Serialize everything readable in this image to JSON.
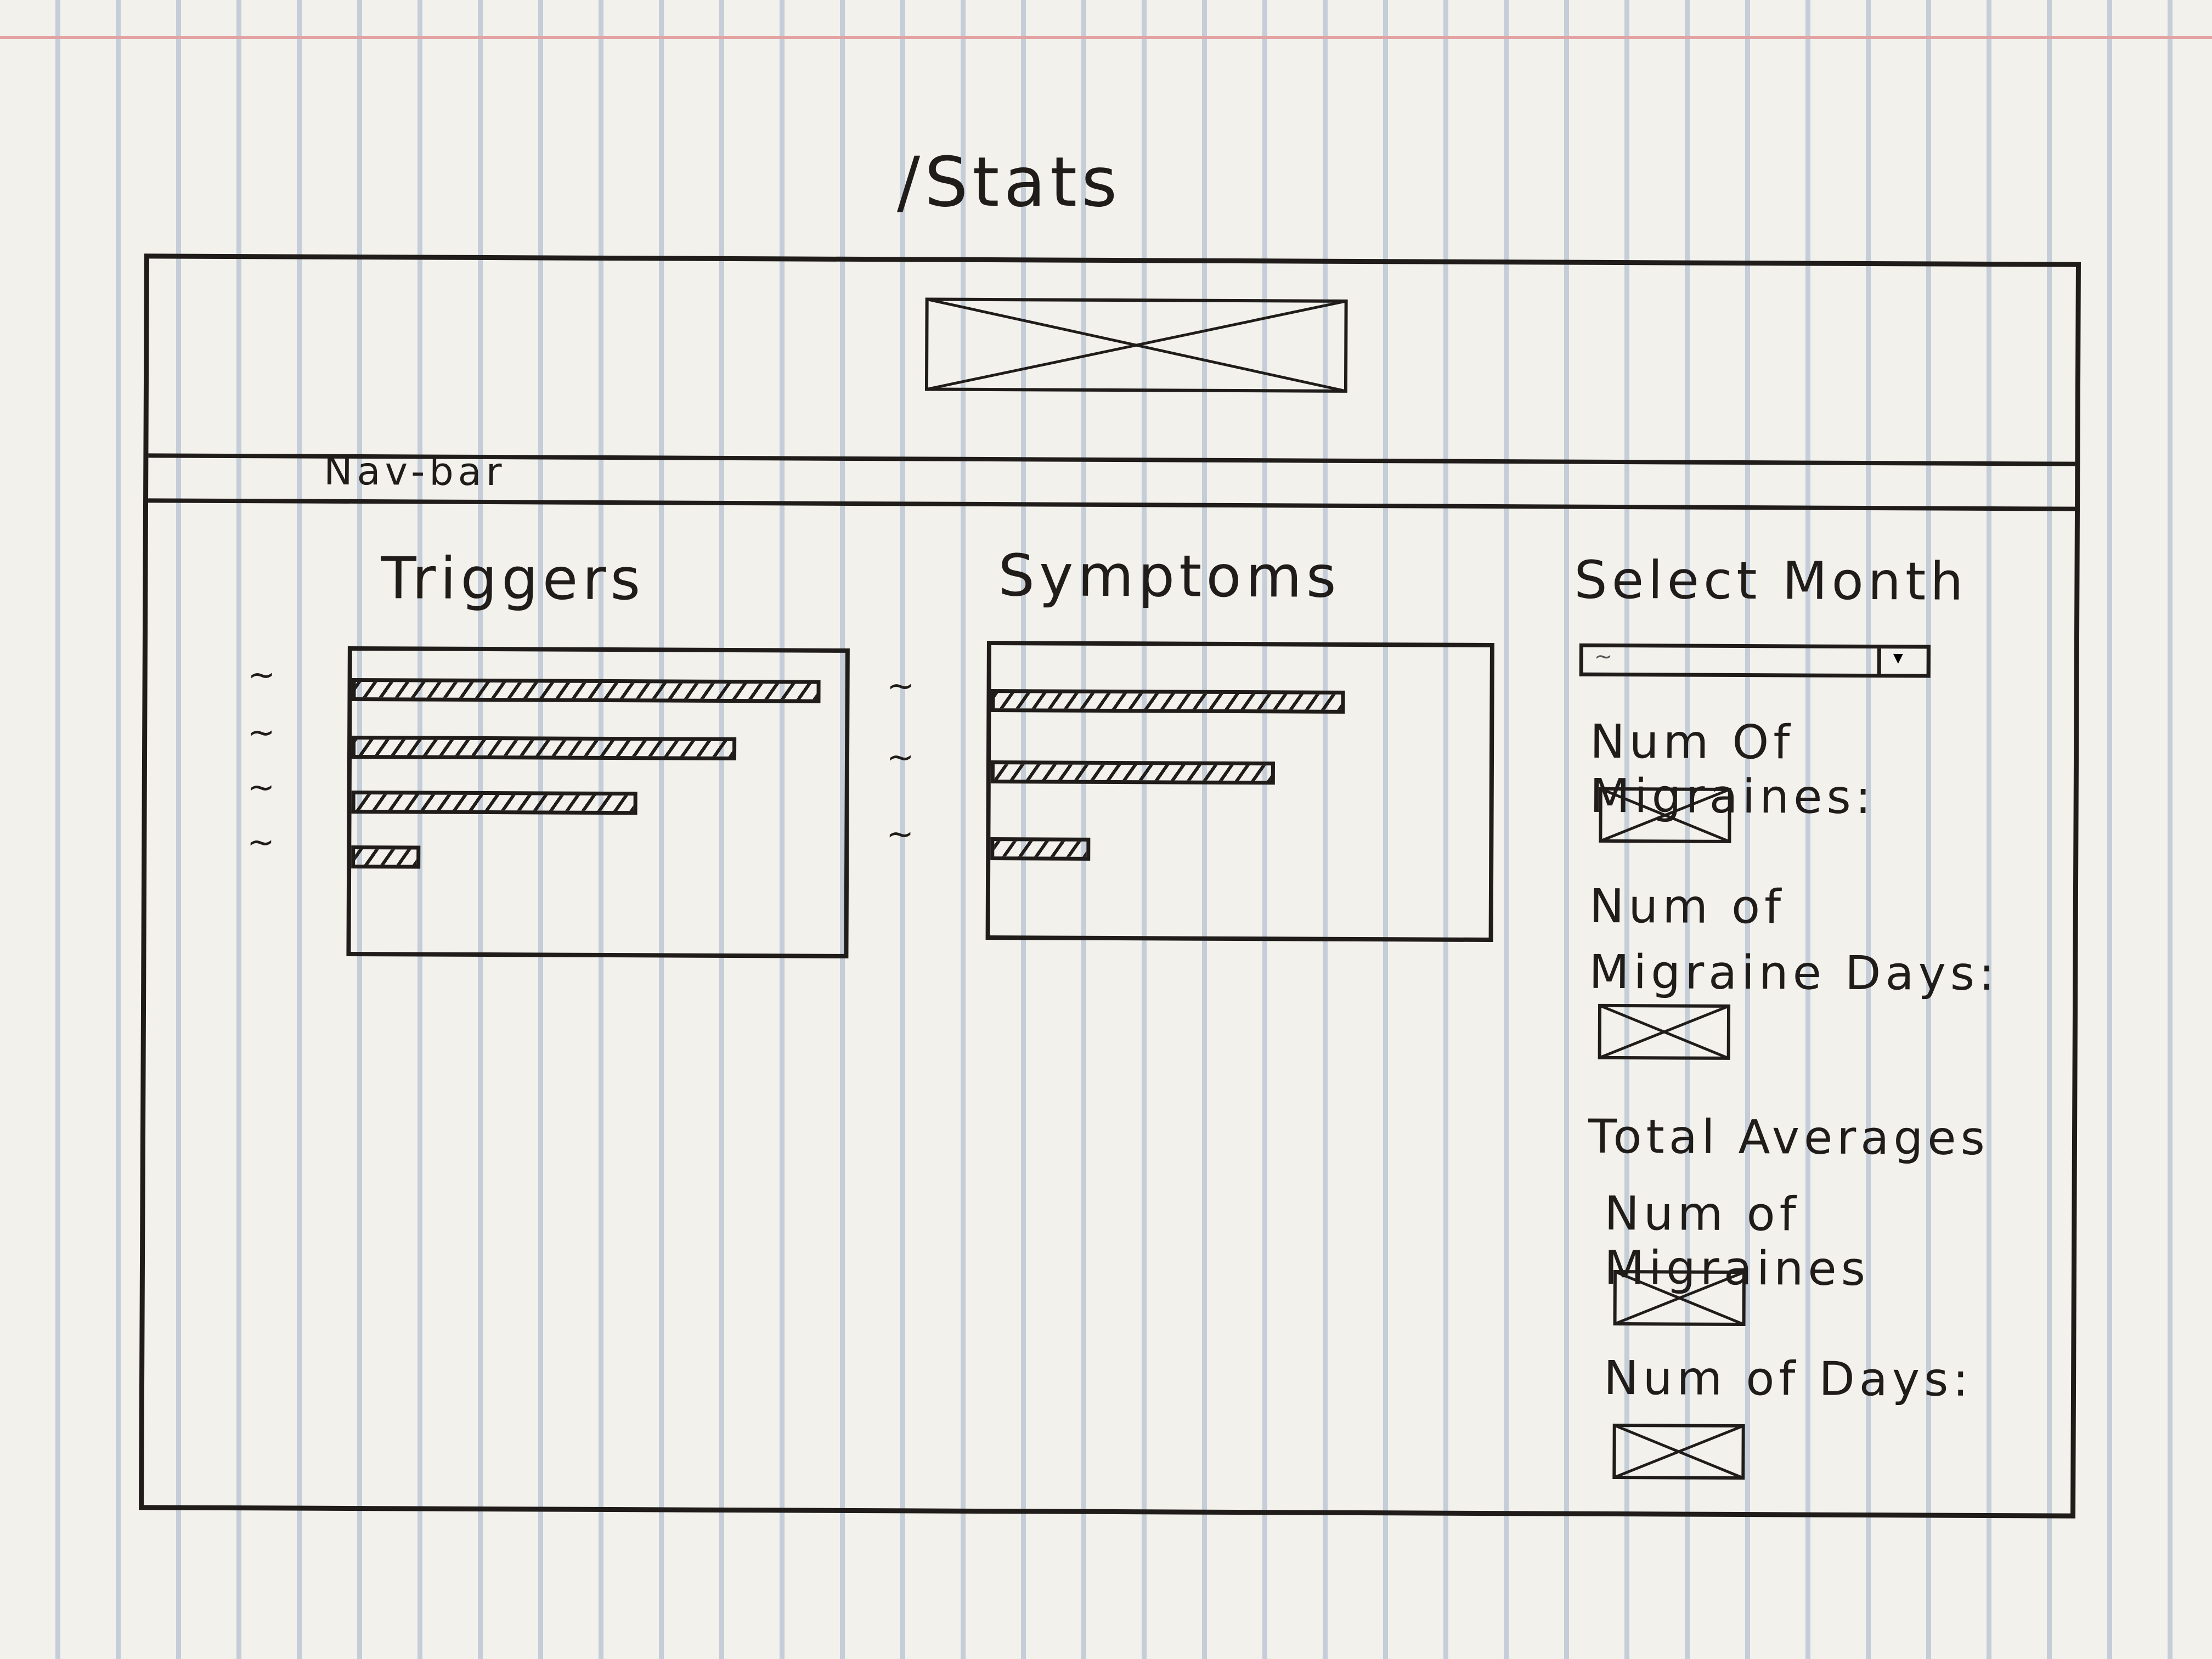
{
  "page": {
    "route": "/Stats"
  },
  "header": {
    "logo": "logo-placeholder"
  },
  "nav": {
    "label": "Nav-bar"
  },
  "triggers": {
    "title": "Triggers",
    "items": [
      {
        "label": "~",
        "level": 0.95
      },
      {
        "label": "~",
        "level": 0.78
      },
      {
        "label": "~",
        "level": 0.58
      },
      {
        "label": "~",
        "level": 0.14
      }
    ]
  },
  "symptoms": {
    "title": "Symptoms",
    "items": [
      {
        "label": "~",
        "level": 0.71
      },
      {
        "label": "~",
        "level": 0.57
      },
      {
        "label": "~",
        "level": 0.2
      }
    ]
  },
  "month": {
    "label": "Select Month",
    "value": "~",
    "arrow": "▾"
  },
  "stats": {
    "num_migraines_label": "Num Of Migraines:",
    "num_migraine_days_label": "Num of Migraine Days:",
    "total_averages_label": "Total Averages",
    "avg_num_migraines_label": "Num of Migraines",
    "avg_num_days_label": "Num of Days:"
  },
  "colors": {
    "ink": "#1f1c1a",
    "paper": "#f3f1ec",
    "rule": "#c4cdd8",
    "margin": "#e3a3a3"
  }
}
